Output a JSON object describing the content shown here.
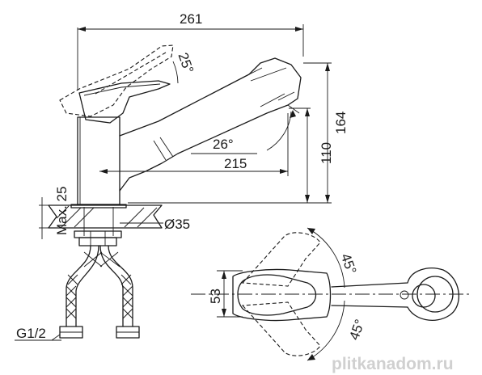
{
  "dimensions": {
    "total_length": "261",
    "lever_angle": "25°",
    "spout_angle": "26°",
    "spout_reach": "215",
    "spout_height": "110",
    "total_height": "164",
    "max_thickness": "Max. 25",
    "hole_diameter": "Ø35",
    "connection": "G1/2",
    "base_width": "53",
    "rotation_upper": "45°",
    "rotation_lower": "45°"
  },
  "watermark": "plitkanadom.ru"
}
